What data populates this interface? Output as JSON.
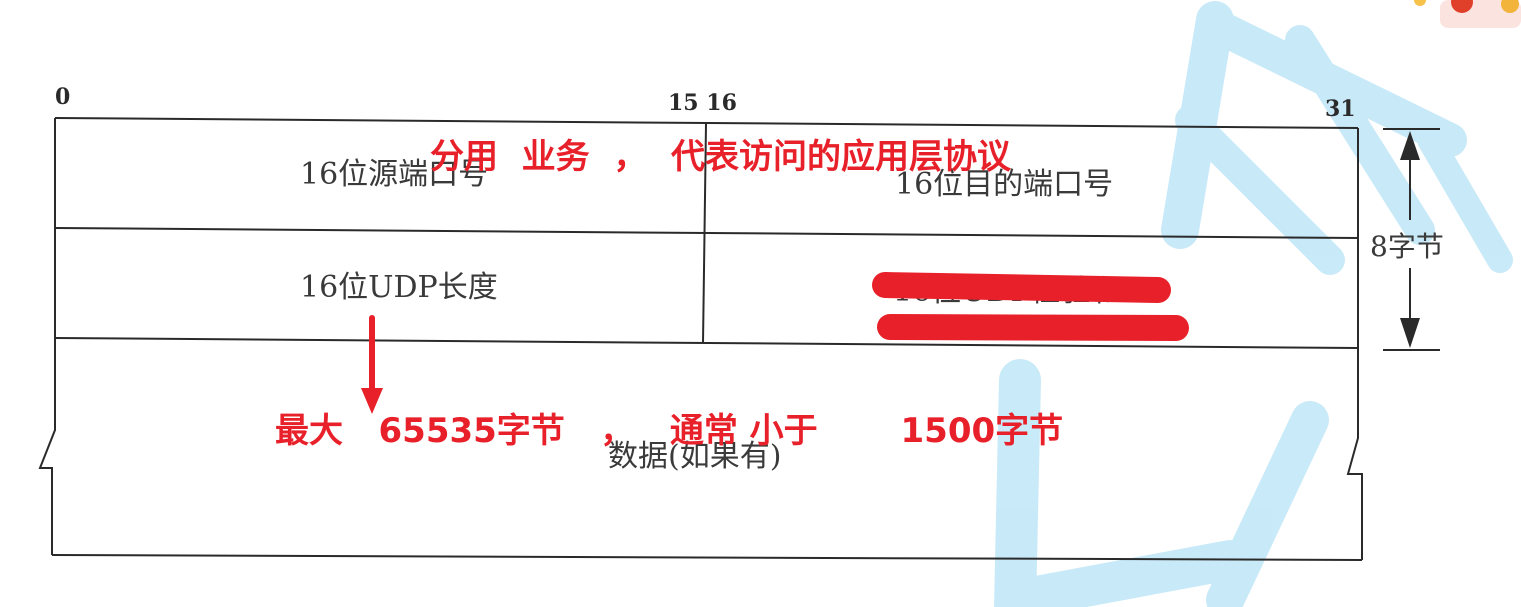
{
  "colors": {
    "line": "#2a2a2a",
    "text": "#3a3a3a",
    "annotation": "#e8202a",
    "watermark": "#bfe6f7"
  },
  "bit_labels": {
    "start": "0",
    "mid": "15 16",
    "end": "31"
  },
  "fields": {
    "src_port": "16位源端口号",
    "dst_port": "16位目的端口号",
    "udp_length": "16位UDP长度",
    "checksum": "16位UDP检验和",
    "data": "数据(如果有)"
  },
  "header_size_label": "8字节",
  "annotations": {
    "port_note": "分用  业务  ，  代表访问的应用层协议",
    "length_note": "最大   65535字节   ，   通常 小于       1500字节"
  },
  "icons": [
    "corner-decoration-icon",
    "arrow-up-icon",
    "arrow-down-icon",
    "red-arrow-down-icon"
  ]
}
